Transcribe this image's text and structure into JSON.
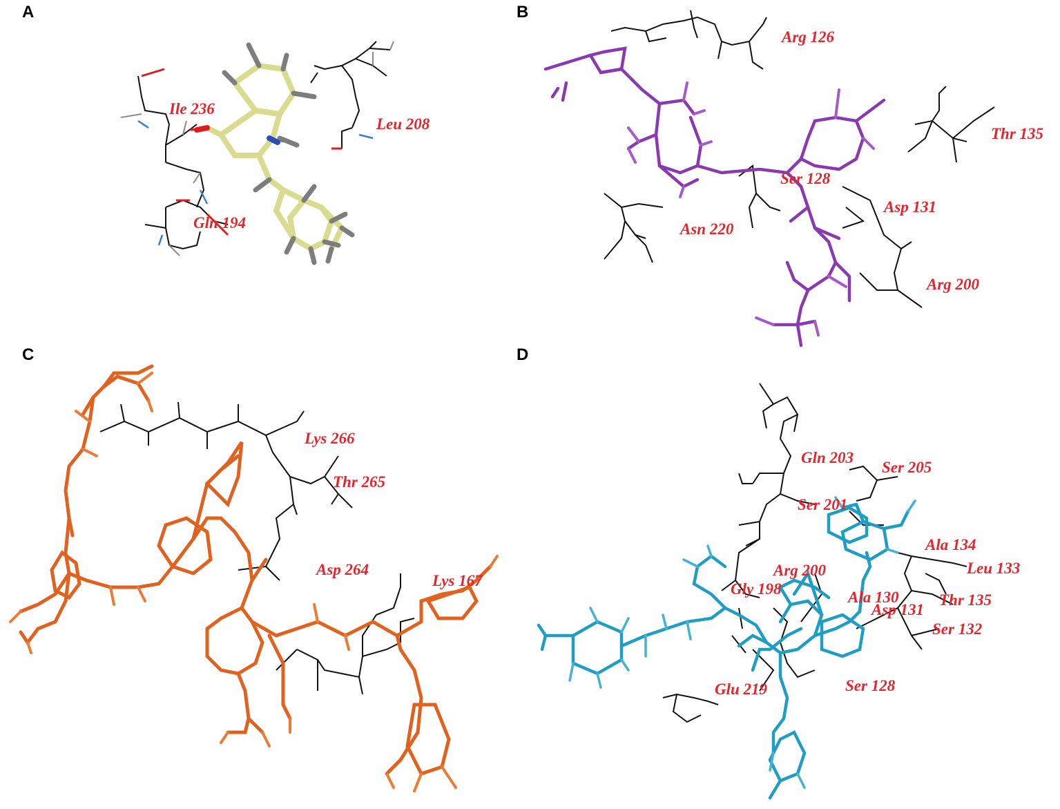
{
  "panels": {
    "a": {
      "letter": "A",
      "ligand_color": "#d9dc8e",
      "labels": [
        "Ile 236",
        "Leu 208",
        "Gln 194"
      ]
    },
    "b": {
      "letter": "B",
      "ligand_color": "#8a3ab0",
      "labels": [
        "Arg 126",
        "Thr 135",
        "Ser 128",
        "Asp 131",
        "Asn 220",
        "Arg 200"
      ]
    },
    "c": {
      "letter": "C",
      "ligand_color": "#e0621e",
      "labels": [
        "Lys 266",
        "Thr 265",
        "Asp 264",
        "Lys 167"
      ]
    },
    "d": {
      "letter": "D",
      "ligand_color": "#1f9ec4",
      "labels": [
        "Gln 203",
        "Ser 205",
        "Ser 201",
        "Ala 134",
        "Leu 133",
        "Arg 200",
        "Gly 198",
        "Ala 130",
        "Thr 135",
        "Asp 131",
        "Ser 132",
        "Ser 128",
        "Glu 219"
      ]
    }
  },
  "colors": {
    "residue_label": "#e8232b",
    "residue_stick": "#111111",
    "oxygen": "#e01b1b",
    "nitrogen": "#3a7bd5",
    "hydrogen": "#8a8a8a"
  }
}
